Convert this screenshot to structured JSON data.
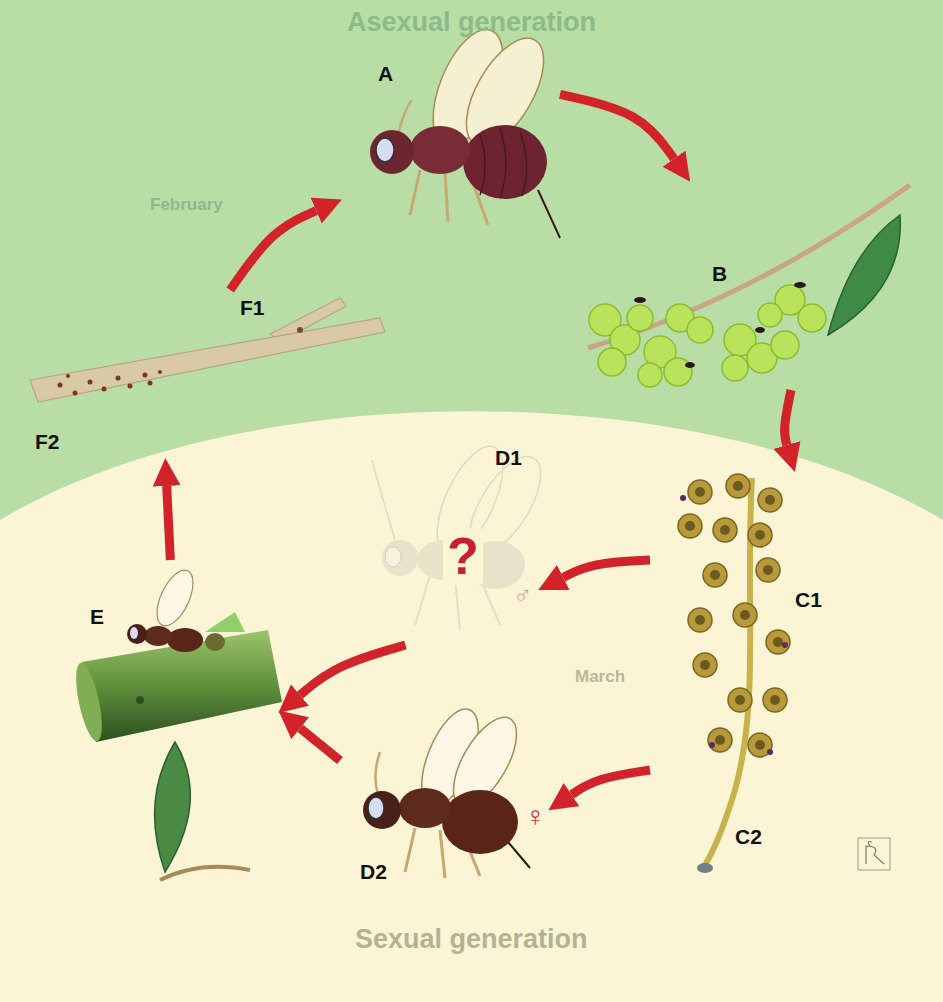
{
  "diagram": {
    "nodes": [
      {
        "text": [
          "A"
        ]
      },
      {
        "text": [
          "B"
        ]
      },
      {
        "text": [
          "C1",
          "C2"
        ]
      },
      {
        "text": [
          "D1",
          "?",
          "♂"
        ]
      },
      {
        "text": [
          "D2",
          "♀"
        ]
      },
      {
        "text": [
          "E"
        ]
      },
      {
        "text": [
          "F1",
          "F2"
        ]
      }
    ],
    "edges": [
      {
        "from": 6,
        "to": 0,
        "arrow": "to"
      },
      {
        "from": 0,
        "to": 1,
        "arrow": "to"
      },
      {
        "from": 1,
        "to": 2,
        "arrow": "to"
      },
      {
        "from": 2,
        "to": 3,
        "arrow": "to"
      },
      {
        "from": 2,
        "to": 4,
        "arrow": "to"
      },
      {
        "from": 3,
        "to": 5,
        "arrow": "to"
      },
      {
        "from": 4,
        "to": 5,
        "arrow": "to"
      },
      {
        "from": 5,
        "to": 6,
        "arrow": "to"
      }
    ],
    "labels": [
      "Asexual generation",
      "Sexual generation",
      "February",
      "March"
    ]
  }
}
